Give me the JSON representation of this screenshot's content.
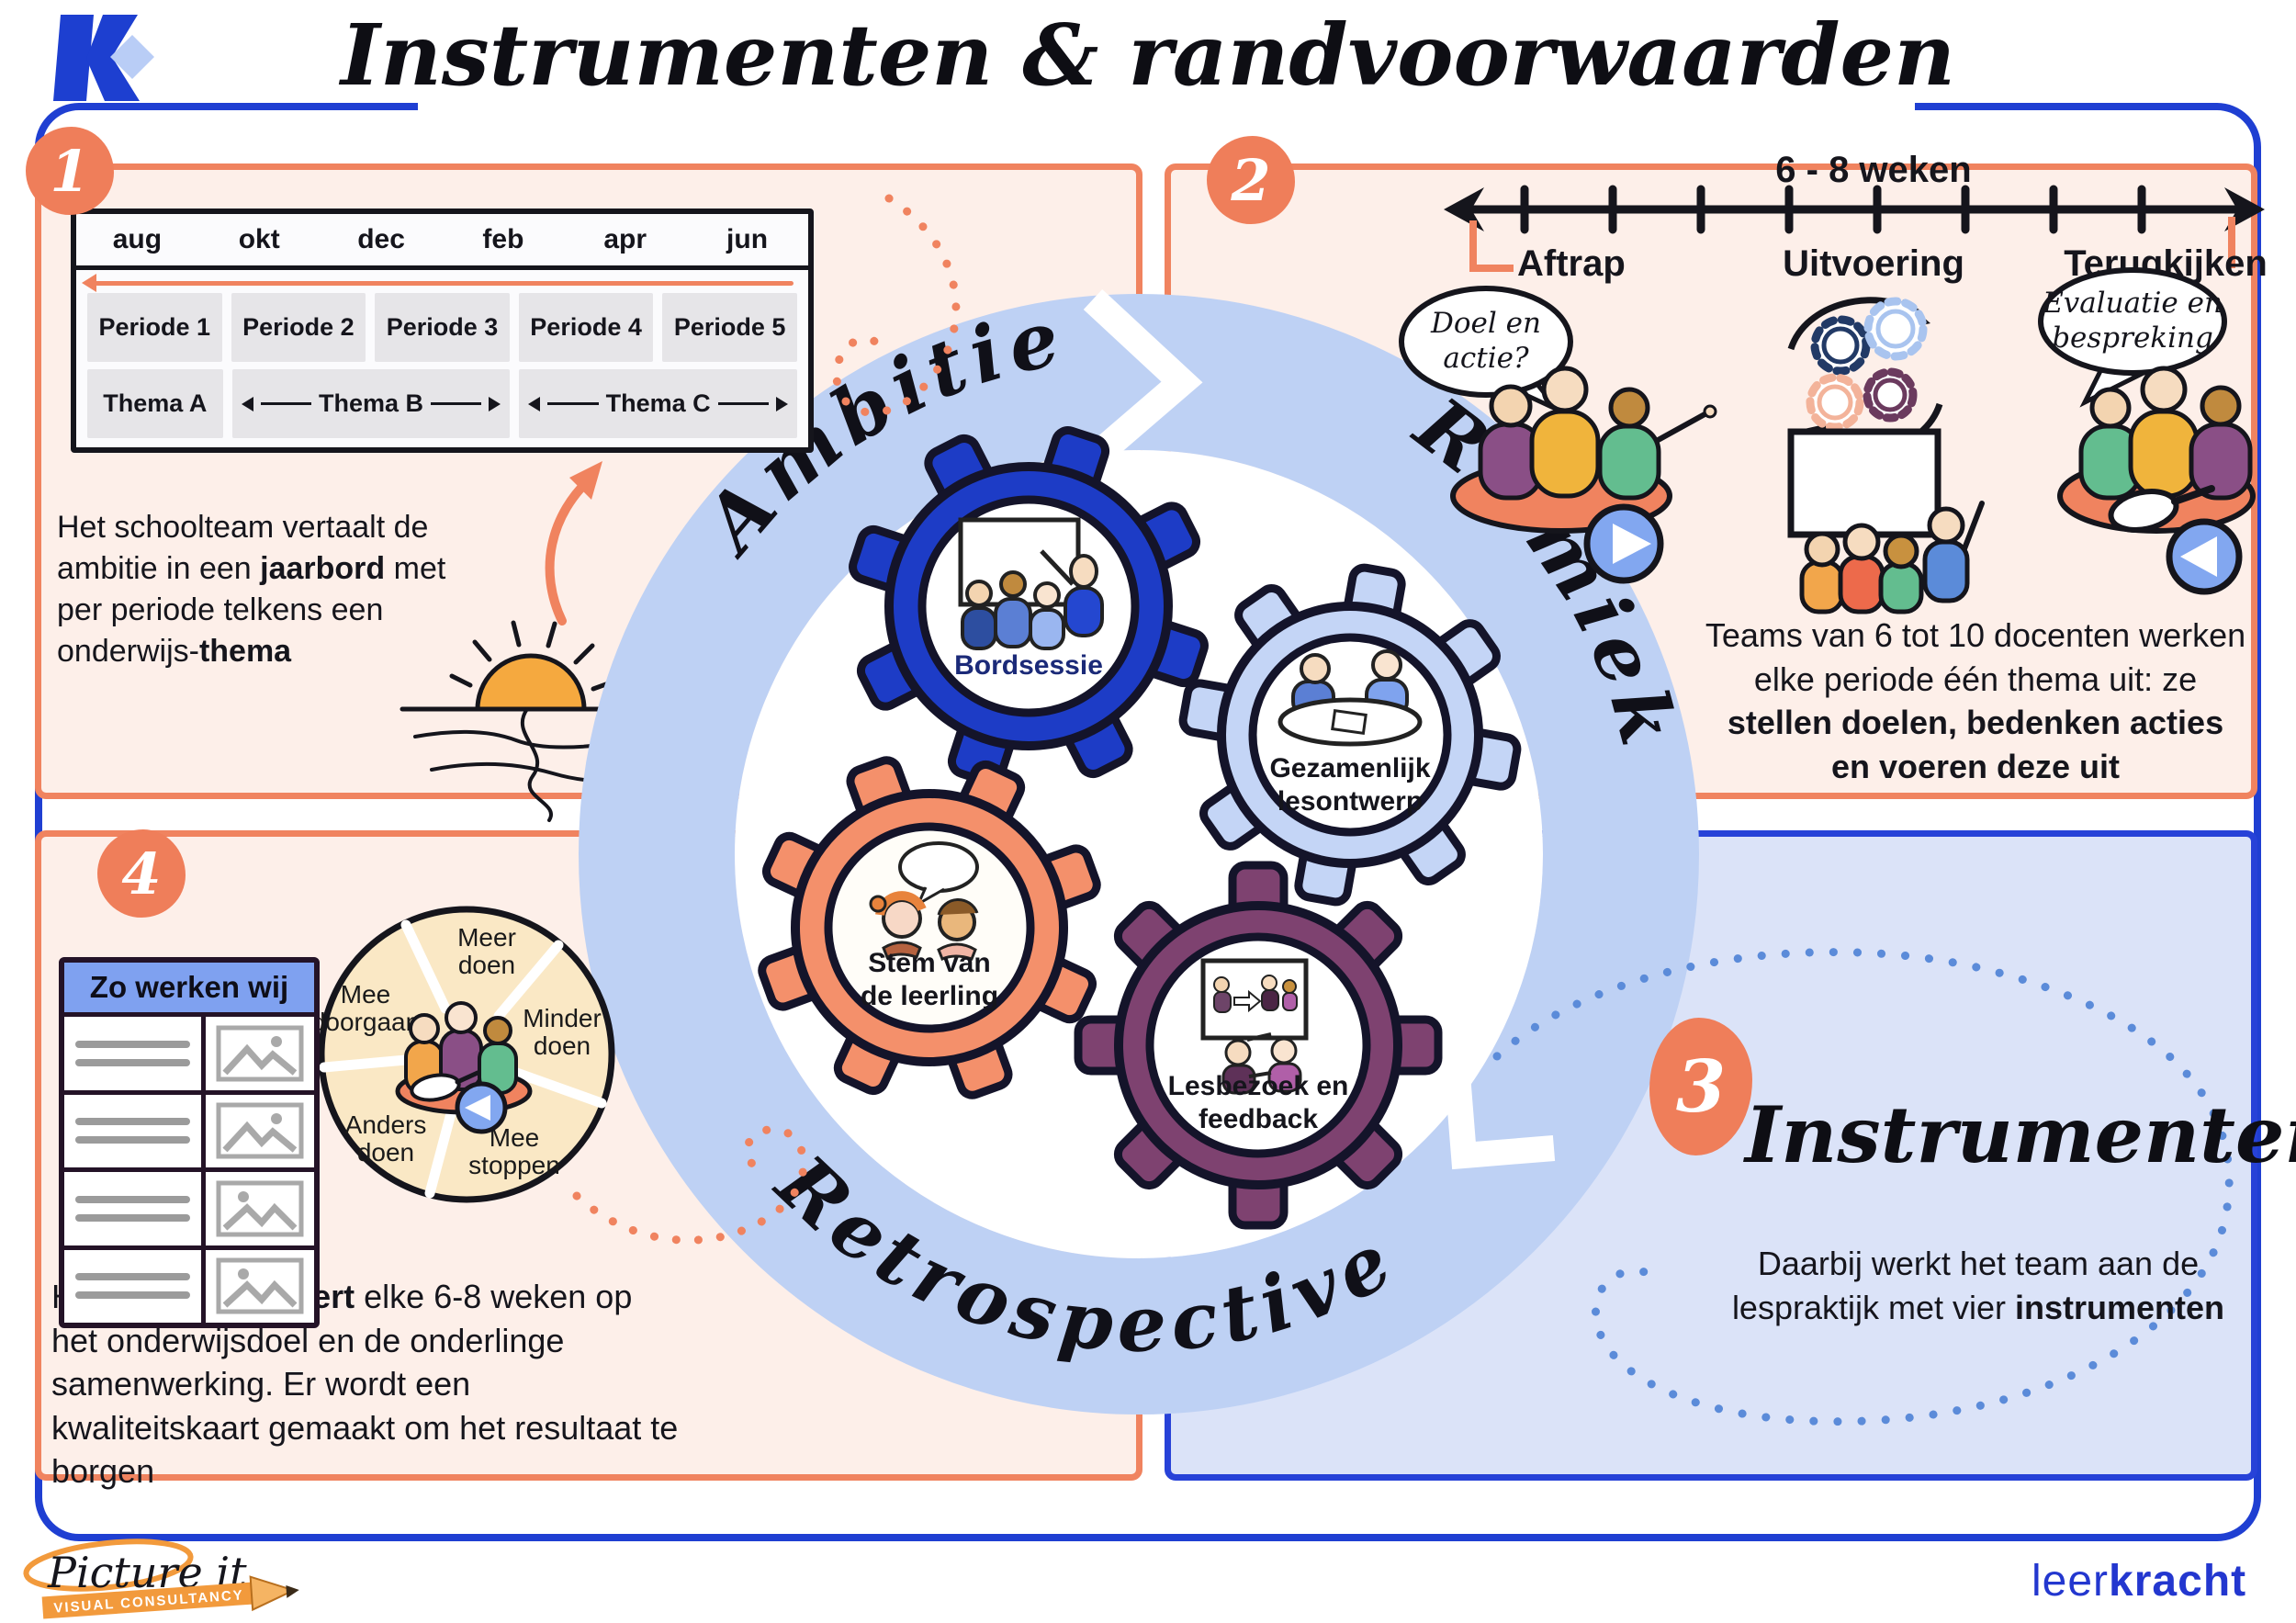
{
  "page": {
    "title": "Instrumenten & randvoorwaarden"
  },
  "branding": {
    "wordmark": {
      "light": "leer",
      "bold": "kracht"
    },
    "pictureit": {
      "name": "Picture it",
      "tagline": "VISUAL CONSULTANCY"
    }
  },
  "cycle": {
    "ring_labels": {
      "top_left": "Ambitie",
      "right": "Ritmiek",
      "bottom": "Retrospective"
    },
    "gears": [
      {
        "label_lines": [
          "Bordsessie"
        ]
      },
      {
        "label_lines": [
          "Gezamenlijk",
          "lesontwerp"
        ]
      },
      {
        "label_lines": [
          "Stem van",
          "de leerling"
        ]
      },
      {
        "label_lines": [
          "Lesbezoek en",
          "feedback"
        ]
      }
    ]
  },
  "sections": {
    "ambitie": {
      "number": "1",
      "jaarbord": {
        "months": [
          "aug",
          "okt",
          "dec",
          "feb",
          "apr",
          "jun"
        ],
        "periods": [
          "Periode 1",
          "Periode 2",
          "Periode 3",
          "Periode 4",
          "Periode 5"
        ],
        "themes": [
          "Thema A",
          "Thema B",
          "Thema C"
        ]
      },
      "text": {
        "s1": "Het schoolteam vertaalt de ambitie in een ",
        "b1": "jaarbord",
        "s2": " met per periode telkens een onderwijs-",
        "b2": "thema"
      }
    },
    "ritmiek": {
      "number": "2",
      "timeline": {
        "duration": "6 - 8 weken",
        "phases": [
          "Aftrap",
          "Uitvoering",
          "Terugkijken"
        ]
      },
      "bubbles": {
        "aftrap": [
          "Doel en",
          "actie?"
        ],
        "terugkijken": [
          "Evaluatie en",
          "bespreking"
        ]
      },
      "text": {
        "s1": "Teams van 6 tot 10 docenten werken elke periode één thema uit: ze ",
        "b1": "stellen doelen, bedenken acties en voeren deze uit"
      }
    },
    "instrumenten": {
      "number": "3",
      "title": "Instrumenten",
      "text": {
        "s1": "Daarbij werkt het team aan de lespraktijk met vier ",
        "b1": "instrumenten"
      }
    },
    "retrospective": {
      "number": "4",
      "board_title": "Zo werken wij",
      "wheel_labels": [
        [
          "Meer",
          "doen"
        ],
        [
          "Mee",
          "doorgaan"
        ],
        [
          "Minder",
          "doen"
        ],
        [
          "Anders",
          "doen"
        ],
        [
          "Mee",
          "stoppen"
        ]
      ],
      "text": {
        "s1": "Het team ",
        "b1": "reflecteert",
        "s2": " elke 6-8 weken op het onderwijsdoel en de onderlinge samenwerking. Er wordt een kwaliteitskaart gemaakt om het resultaat te borgen"
      }
    }
  },
  "colors": {
    "accent_orange": "#f0835f",
    "badge_orange": "#ef7e5a",
    "panel_peach": "#fdefe9",
    "panel_blue": "#dbe3f8",
    "frame_blue": "#1f3fd2",
    "ring_blue": "#bed1f4",
    "gear_navy": "#1d3cc6",
    "gear_lightblue": "#c4d5f6",
    "gear_orange": "#f4906b",
    "gear_plum": "#7e4270",
    "wheel_cream": "#fae8c5",
    "board_header_blue": "#7fa1f0"
  }
}
